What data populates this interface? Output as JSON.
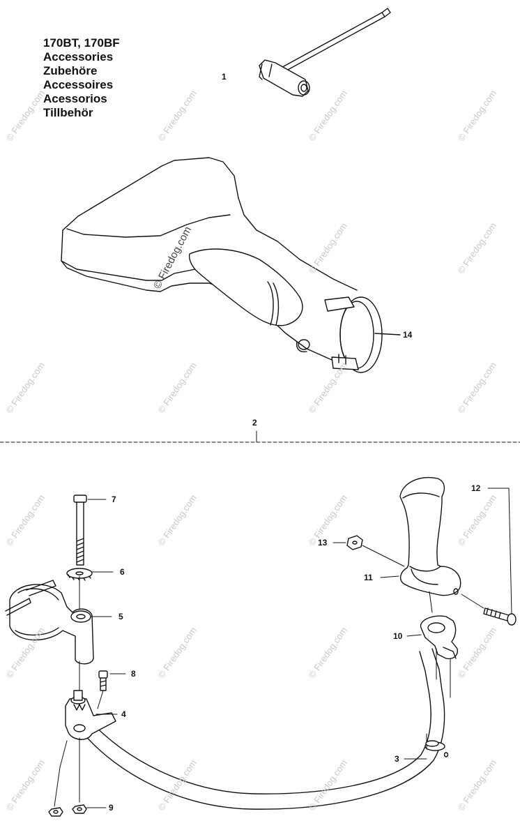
{
  "title_lines": [
    "170BT, 170BF",
    "Accessories",
    "Zubehöre",
    "Accessoires",
    "Acessorios",
    "Tillbehör"
  ],
  "callouts": {
    "p1": "1",
    "p2": "2",
    "p3": "3",
    "p4": "4",
    "p5": "5",
    "p6": "6",
    "p7": "7",
    "p8": "8",
    "p9": "9",
    "p10": "10",
    "p11": "11",
    "p12": "12",
    "p13": "13",
    "p14": "14"
  },
  "watermark": "© Firedog.com"
}
